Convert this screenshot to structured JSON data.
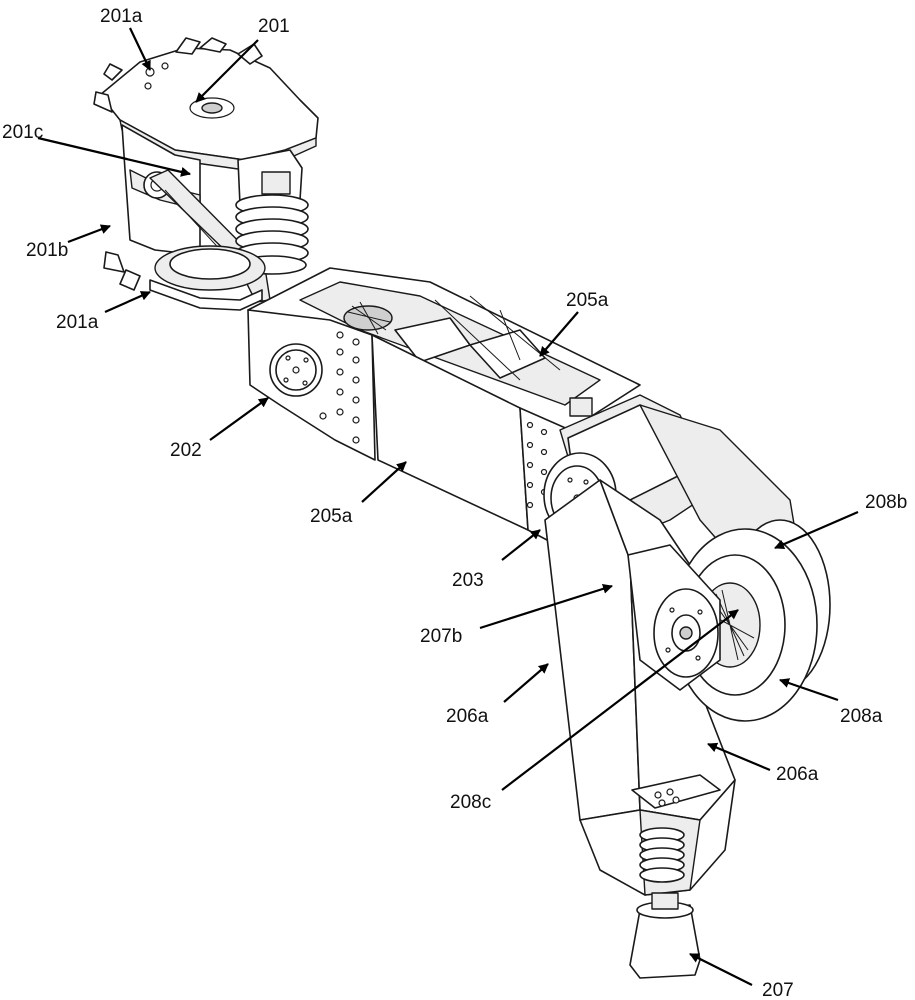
{
  "labels": {
    "l201a_top": "201a",
    "l201": "201",
    "l201c": "201c",
    "l201b": "201b",
    "l201a_bottom": "201a",
    "l205a_top": "205a",
    "l202": "202",
    "l205a_mid": "205a",
    "l203": "203",
    "l208b": "208b",
    "l207b": "207b",
    "l206a_left": "206a",
    "l208a": "208a",
    "l206a_right": "206a",
    "l208c": "208c",
    "l207": "207"
  }
}
